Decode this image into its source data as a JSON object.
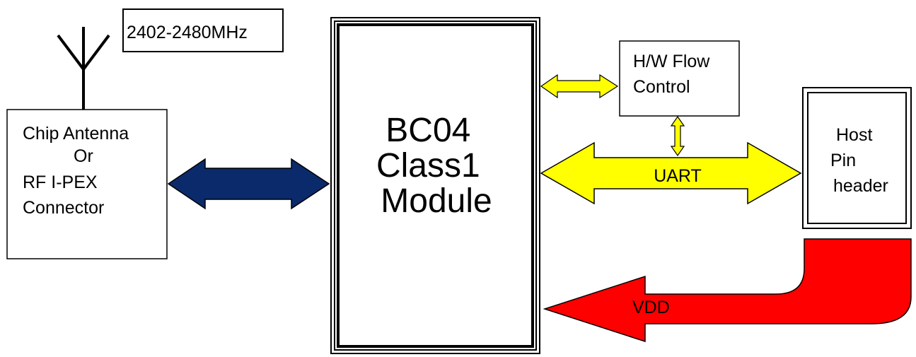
{
  "frequency_label": "2402-2480MHz",
  "antenna_box": {
    "line1": "Chip Antenna",
    "line2": "Or",
    "line3": "RF I-PEX",
    "line4": "Connector"
  },
  "module": {
    "line1": "BC04",
    "line2": "Class1",
    "line3": "Module"
  },
  "flow_control": {
    "line1": "H/W Flow",
    "line2": "Control"
  },
  "host": {
    "line1": "Host",
    "line2": "Pin",
    "line3": "header"
  },
  "uart_label": "UART",
  "vdd_label": "VDD",
  "colors": {
    "rf_arrow": "#0b2a6b",
    "uart_arrow": "#ffff00",
    "vdd_arrow": "#ff0000",
    "stroke": "#000000"
  }
}
